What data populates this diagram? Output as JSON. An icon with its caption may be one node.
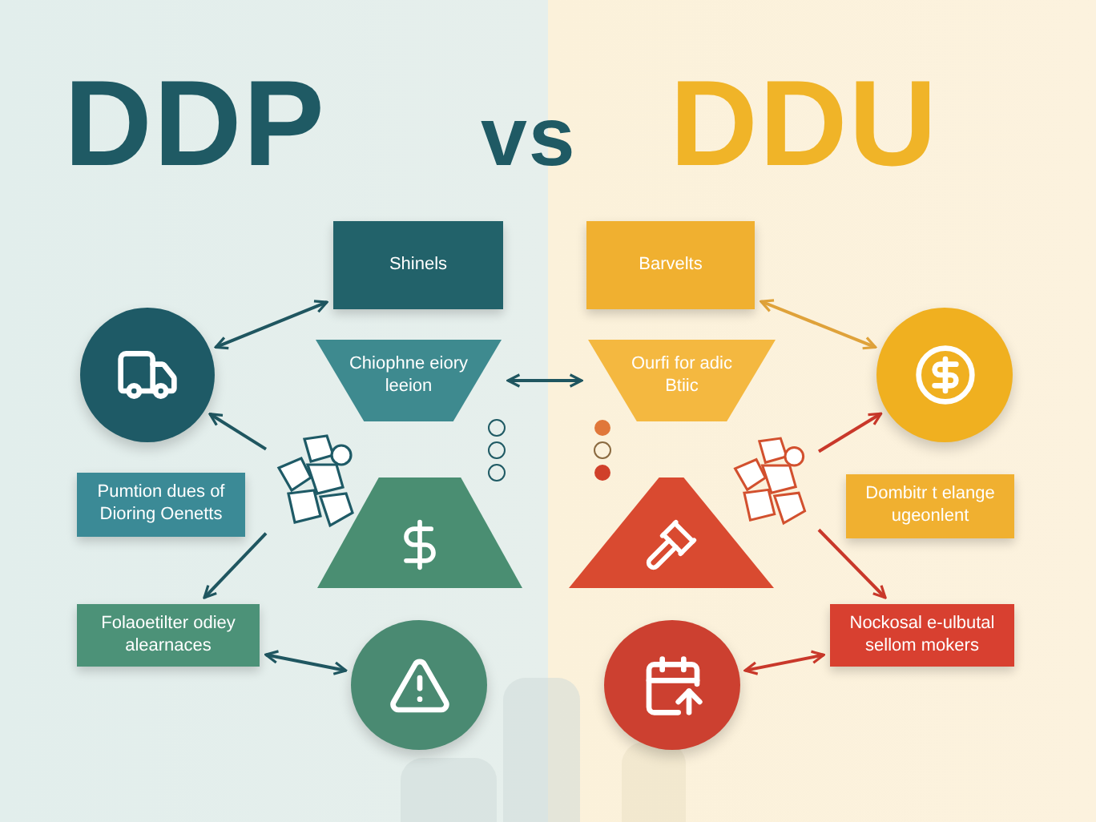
{
  "diagram": {
    "nodes": [
      {
        "text": [
          "Shinels"
        ]
      },
      {
        "text": [
          "Chiophne eiory leeion"
        ]
      },
      {
        "text": [],
        "shape": "circle"
      },
      {
        "text": [],
        "shape": "picture"
      },
      {
        "text": [
          "Pumtion dues of Dioring Oenetts"
        ]
      },
      {
        "text": [],
        "shape": "trapezoid"
      },
      {
        "text": [
          "Folaoetilter odiey alearnaces"
        ]
      },
      {
        "text": [],
        "shape": "circle"
      },
      {
        "text": [
          "Barvelts"
        ]
      },
      {
        "text": [
          "Ourfi for adic Btiic"
        ]
      },
      {
        "text": [],
        "shape": "circle"
      },
      {
        "text": [],
        "shape": "picture"
      },
      {
        "text": [],
        "shape": "triangle"
      },
      {
        "text": [
          "Dombitr t elange ugeonlent"
        ]
      },
      {
        "text": [
          "Nockosal e-ulbutal sellom mokers"
        ]
      },
      {
        "text": [],
        "shape": "circle"
      }
    ],
    "edges": [
      {
        "from": 0,
        "to": 2,
        "arrow": "both"
      },
      {
        "from": 3,
        "to": 2,
        "arrow": "to"
      },
      {
        "from": 1,
        "to": 9,
        "arrow": "both"
      },
      {
        "from": 3,
        "to": 6,
        "arrow": "to"
      },
      {
        "from": 6,
        "to": 7,
        "arrow": "both"
      },
      {
        "from": 8,
        "to": 10,
        "arrow": "both",
        "color": "#dfa23a"
      },
      {
        "from": 11,
        "to": 10,
        "arrow": "to",
        "color": "#c9382a"
      },
      {
        "from": 11,
        "to": 14,
        "arrow": "to",
        "color": "#c9382a"
      },
      {
        "from": 14,
        "to": 15,
        "arrow": "both",
        "color": "#c9382a"
      }
    ],
    "labels": [
      "DDP",
      "vs",
      "DDU"
    ]
  }
}
